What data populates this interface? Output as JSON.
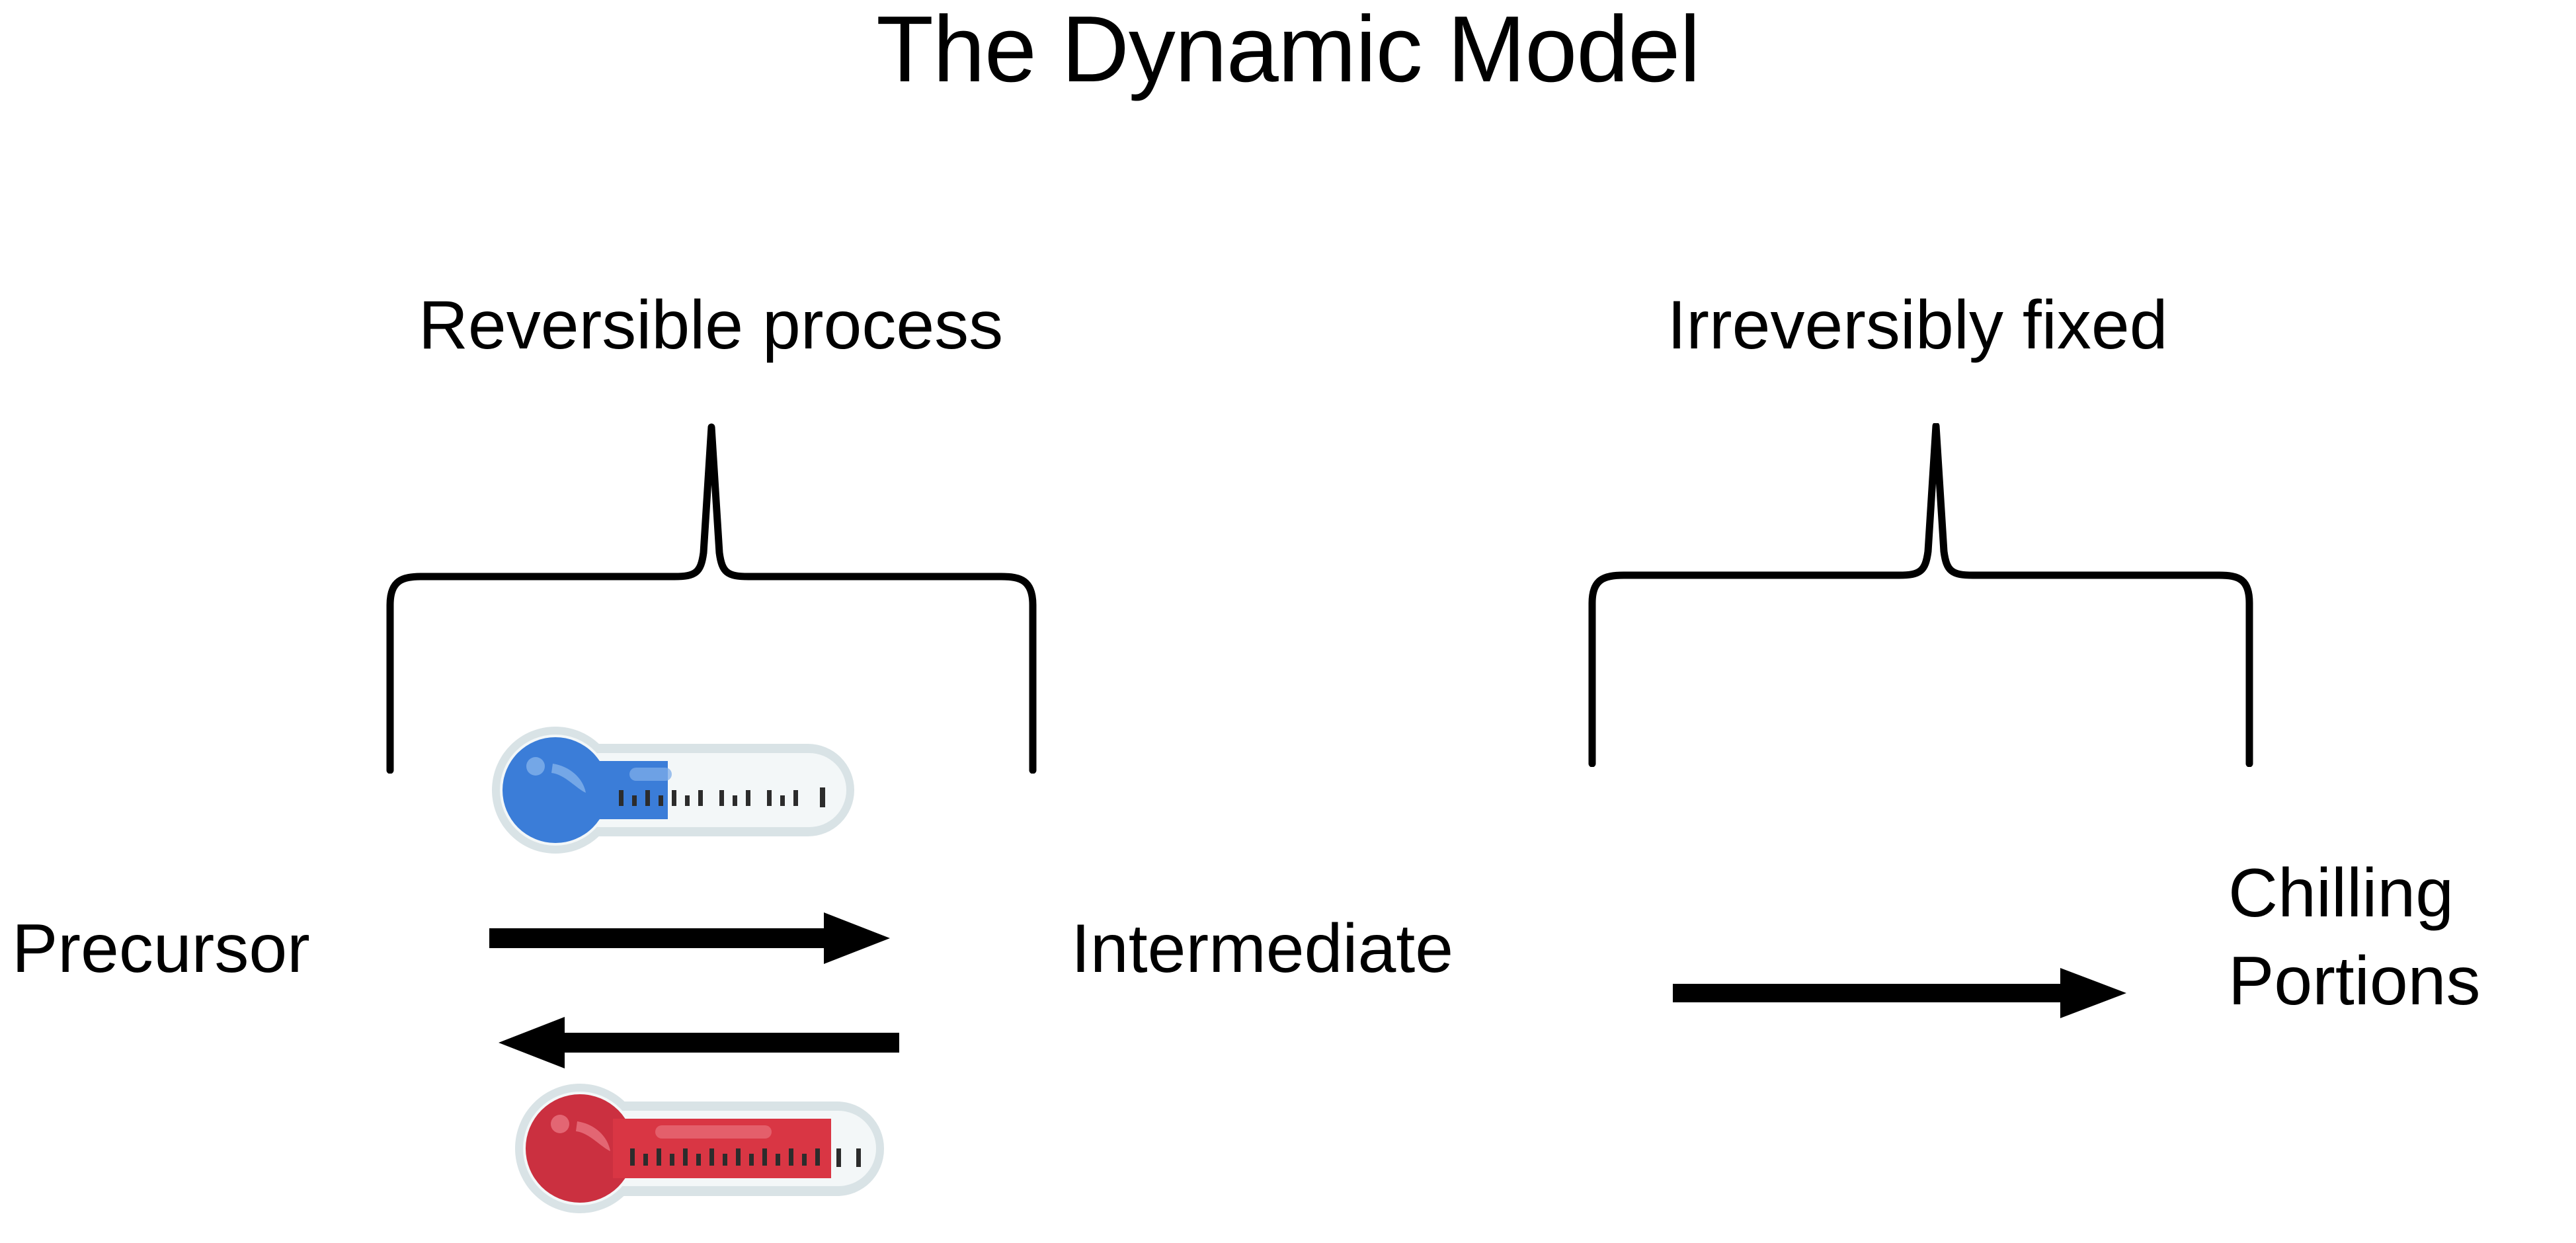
{
  "slide": {
    "title": "The Dynamic Model",
    "background_color": "#ffffff",
    "text_color": "#000000"
  },
  "groups": [
    {
      "id": "reversible",
      "label": "Reversible process",
      "brace": "downward-curly-brace"
    },
    {
      "id": "irreversible",
      "label": "Irreversibly fixed",
      "brace": "downward-curly-brace"
    }
  ],
  "nodes": {
    "precursor": "Precursor",
    "intermediate": "Intermediate",
    "chilling_line1": "Chilling",
    "chilling_line2": "Portions"
  },
  "arrows": {
    "forward": "arrow-right",
    "reverse": "arrow-left",
    "terminal": "arrow-right"
  },
  "thermometers": {
    "cold": {
      "name": "cold-thermometer",
      "bulb_color": "#3B7DD8",
      "fill_color": "#3B7DD8",
      "casing_color": "#D5E0E3",
      "glass_color": "#F2F6F7",
      "fill_level_percent": 18,
      "orientation": "horizontal"
    },
    "hot": {
      "name": "hot-thermometer",
      "bulb_color": "#CB3040",
      "fill_color": "#D93644",
      "casing_color": "#D5E0E3",
      "glass_color": "#F2F6F7",
      "fill_level_percent": 82,
      "orientation": "horizontal"
    }
  },
  "colors": {
    "stroke": "#000000",
    "blue": "#3B7DD8",
    "red": "#CB3040"
  }
}
